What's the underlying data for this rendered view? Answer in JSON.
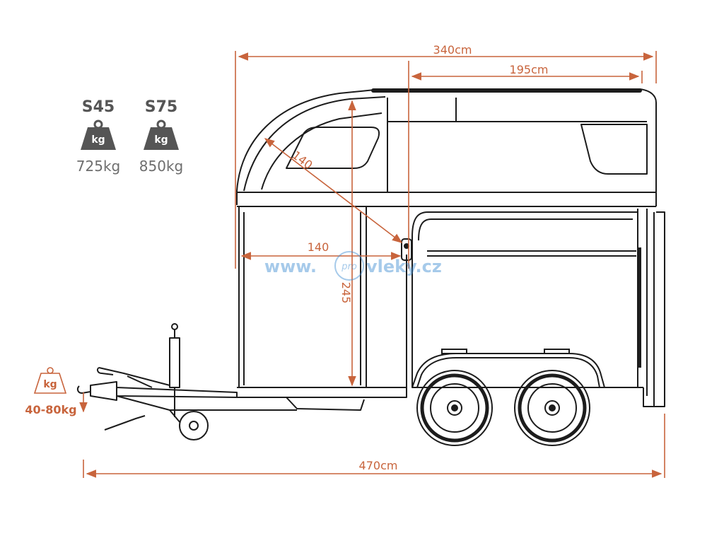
{
  "colors": {
    "dimension": "#c8643c",
    "outline": "#1c1c1c",
    "weight_icon": "#555555",
    "weight_text": "#6e6e6e",
    "watermark": "#3c8cd2"
  },
  "dimensions": {
    "overall_box_length": "340cm",
    "inner_length": "195cm",
    "diagonal_front": "140",
    "front_width": "140",
    "height": "245",
    "total_length": "470cm"
  },
  "models": [
    {
      "name": "S45",
      "icon_label": "kg",
      "weight": "725kg",
      "icon": "weight-icon"
    },
    {
      "name": "S75",
      "icon_label": "kg",
      "weight": "850kg",
      "icon": "weight-icon"
    }
  ],
  "drawbar_load": {
    "icon_label": "kg",
    "range": "40-80kg",
    "icon": "weight-outline-icon"
  },
  "watermark": {
    "prefix": "www.",
    "badge": "pro",
    "suffix": "vleky.cz"
  }
}
